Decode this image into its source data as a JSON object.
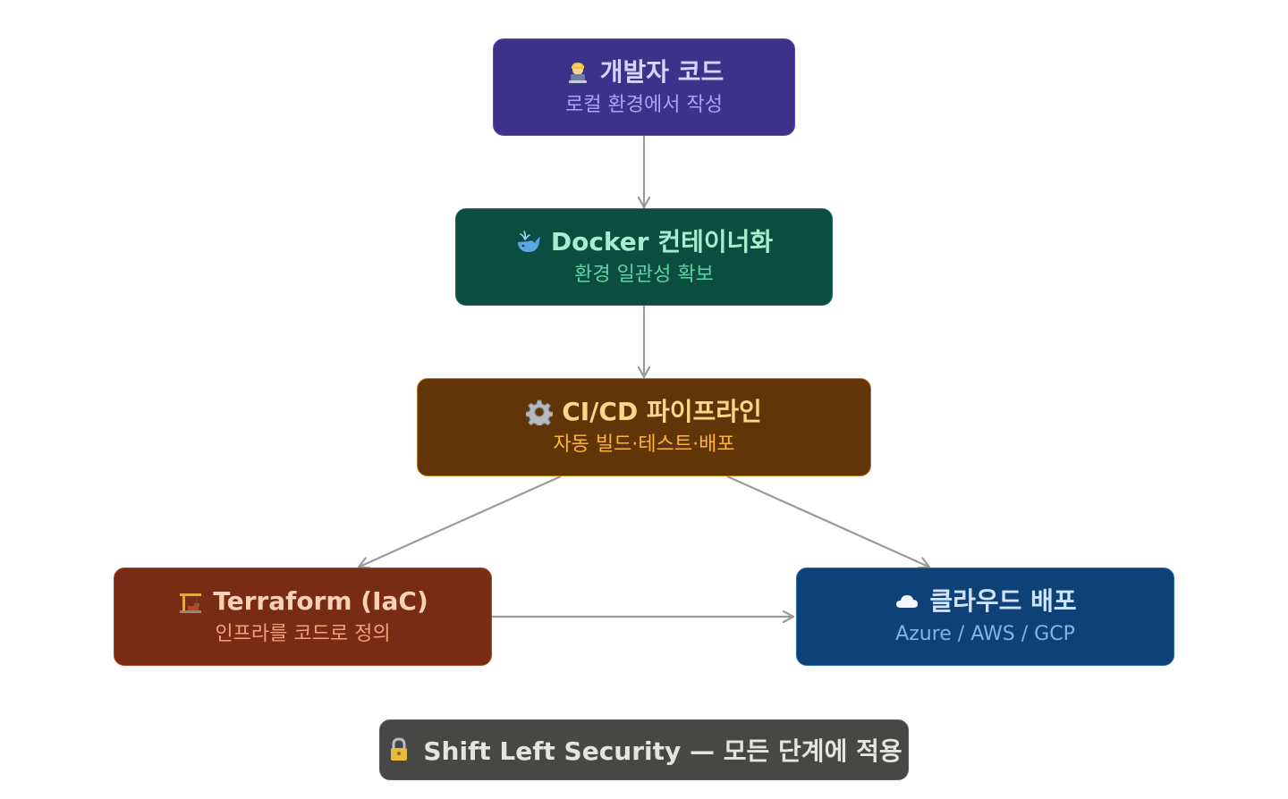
{
  "diagram": {
    "nodes": [
      {
        "id": "dev",
        "icon": "developer-icon",
        "title": "개발자 코드",
        "subtitle": "로컬 환경에서 작성"
      },
      {
        "id": "docker",
        "icon": "whale-icon",
        "title": "Docker 컨테이너화",
        "subtitle": "환경 일관성 확보"
      },
      {
        "id": "cicd",
        "icon": "gear-icon",
        "title": "CI/CD 파이프라인",
        "subtitle": "자동 빌드·테스트·배포"
      },
      {
        "id": "terraform",
        "icon": "crane-icon",
        "title": "Terraform (IaC)",
        "subtitle": "인프라를 코드로 정의"
      },
      {
        "id": "cloud",
        "icon": "cloud-icon",
        "title": "클라우드 배포",
        "subtitle": "Azure / AWS / GCP"
      }
    ],
    "edges": [
      {
        "from": "dev",
        "to": "docker"
      },
      {
        "from": "docker",
        "to": "cicd"
      },
      {
        "from": "cicd",
        "to": "terraform"
      },
      {
        "from": "cicd",
        "to": "cloud"
      },
      {
        "from": "terraform",
        "to": "cloud"
      }
    ],
    "banner": {
      "icon": "lock-icon",
      "text": "Shift Left Security — 모든 단계에 적용"
    }
  },
  "colors": {
    "edge": "#9a9a96",
    "dev": "#3d3189",
    "docker": "#0b4d3f",
    "cicd": "#623508",
    "terraform": "#772c13",
    "cloud": "#0d4178",
    "banner": "#474745"
  }
}
